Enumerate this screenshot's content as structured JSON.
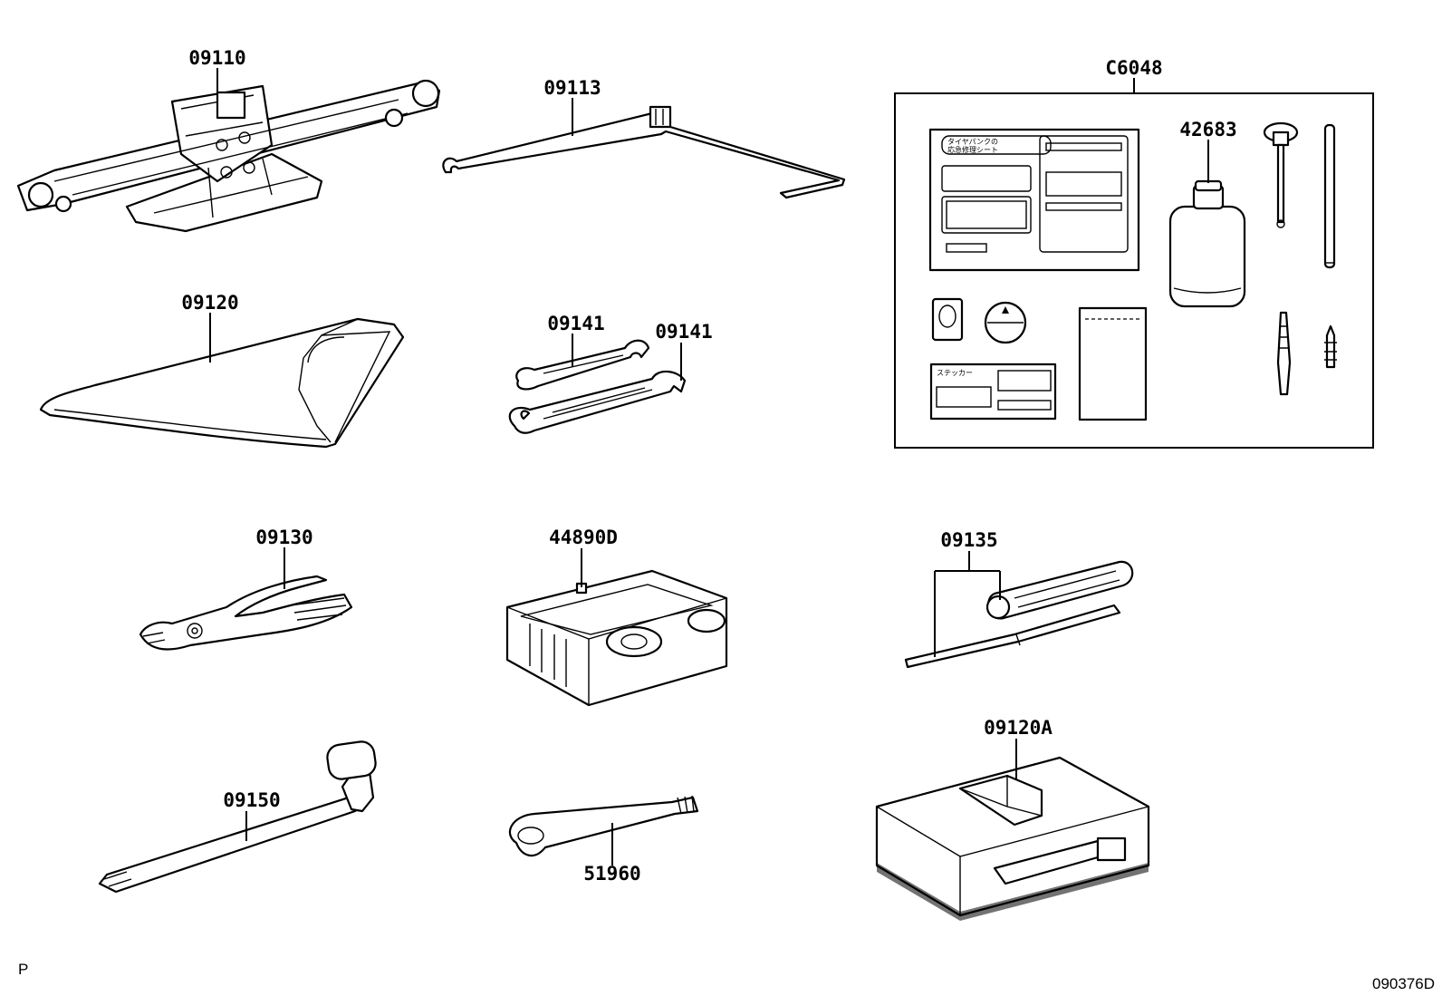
{
  "labels": {
    "jack": "09110",
    "handle": "09113",
    "kit": "C6048",
    "bottle": "42683",
    "bag": "09120",
    "wrench_a": "09141",
    "wrench_b": "09141",
    "pliers": "09130",
    "compressor": "44890D",
    "screwdriver": "09135",
    "lug_wrench": "09150",
    "tray": "09120A",
    "hook": "51960"
  },
  "corner": {
    "left": "P",
    "right": "090376D"
  }
}
